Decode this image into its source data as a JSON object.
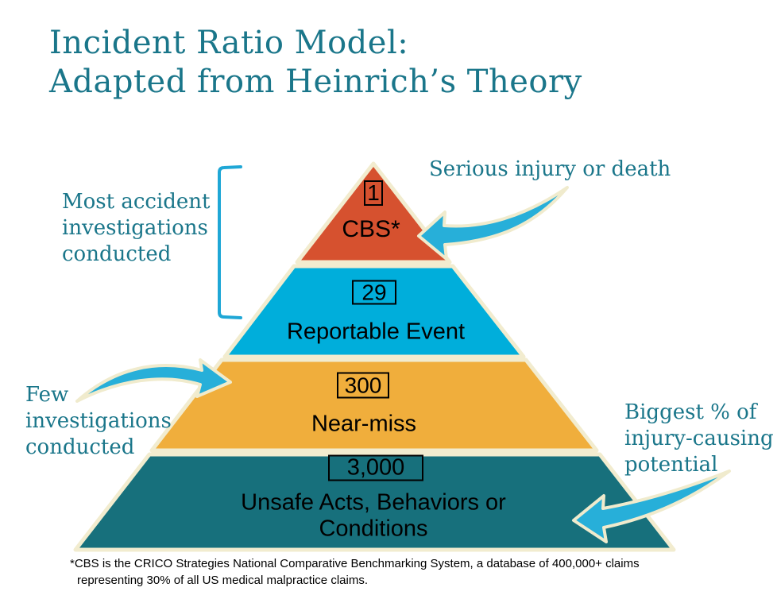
{
  "title": "Incident Ratio Model:\nAdapted from Heinrich’s Theory",
  "pyramid": {
    "outline_color": "#f2eccf",
    "levels": [
      {
        "count": "1",
        "label": "CBS*",
        "color": "#d6512f"
      },
      {
        "count": "29",
        "label": "Reportable Event",
        "color": "#00aedb"
      },
      {
        "count": "300",
        "label": "Near-miss",
        "color": "#f0ae3c"
      },
      {
        "count": "3,000",
        "label": "Unsafe Acts, Behaviors or\nConditions",
        "color": "#17707c"
      }
    ]
  },
  "annotations": {
    "most_accident": "Most accident\ninvestigations\nconducted",
    "serious_injury": "Serious injury or death",
    "few_investigations": "Few\ninvestigations\nconducted",
    "biggest_percent": "Biggest % of\ninjury-causing\npotential"
  },
  "footnote": {
    "line1": "*CBS is the CRICO Strategies National Comparative Benchmarking System, a database of 400,000+ claims",
    "line2": "representing 30% of all US medical malpractice claims."
  },
  "colors": {
    "heading_teal": "#1a768a",
    "arrow_blue": "#27afd9",
    "bracket_blue": "#1fa7d6",
    "outline_cream": "#f2eccf",
    "level_red": "#d6512f",
    "level_blue": "#00aedb",
    "level_orange": "#f0ae3c",
    "level_teal": "#17707c"
  }
}
